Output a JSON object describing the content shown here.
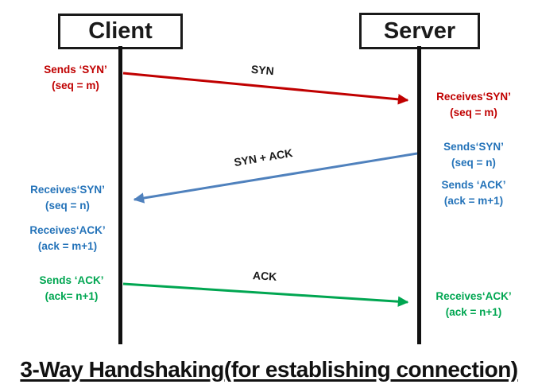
{
  "diagram": {
    "actors": {
      "client": {
        "label": "Client"
      },
      "server": {
        "label": "Server"
      }
    },
    "messages": {
      "syn": {
        "label": "SYN",
        "from": "client",
        "to": "server",
        "color": "#c00000"
      },
      "synack": {
        "label": "SYN + ACK",
        "from": "server",
        "to": "client",
        "color": "#4f81bd"
      },
      "ack": {
        "label": "ACK",
        "from": "client",
        "to": "server",
        "color": "#00a651"
      }
    },
    "annotations": {
      "client_syn_send": {
        "line1": "Sends ‘SYN’",
        "line2": "(seq = m)",
        "color": "#c00000"
      },
      "client_syn_recv": {
        "line1": "Receives‘SYN’",
        "line2": "(seq = n)",
        "color": "#2473b9"
      },
      "client_ack_recv": {
        "line1": "Receives‘ACK’",
        "line2": "(ack = m+1)",
        "color": "#2473b9"
      },
      "client_ack_send": {
        "line1": "Sends ‘ACK’",
        "line2": "(ack= n+1)",
        "color": "#00a651"
      },
      "server_syn_recv": {
        "line1": "Receives‘SYN’",
        "line2": "(seq = m)",
        "color": "#c00000"
      },
      "server_syn_send": {
        "line1": "Sends‘SYN’",
        "line2": "(seq = n)",
        "color": "#2473b9"
      },
      "server_ack_send": {
        "line1": "Sends ‘ACK’",
        "line2": "(ack = m+1)",
        "color": "#2473b9"
      },
      "server_ack_recv": {
        "line1": "Receives‘ACK’",
        "line2": "(ack = n+1)",
        "color": "#00a651"
      }
    },
    "title": "3-Way Handshaking(for establishing connection)",
    "colors": {
      "red": "#c00000",
      "blue_text": "#2473b9",
      "blue_arrow": "#4f81bd",
      "green": "#00a651",
      "black": "#1a1a1a"
    }
  }
}
